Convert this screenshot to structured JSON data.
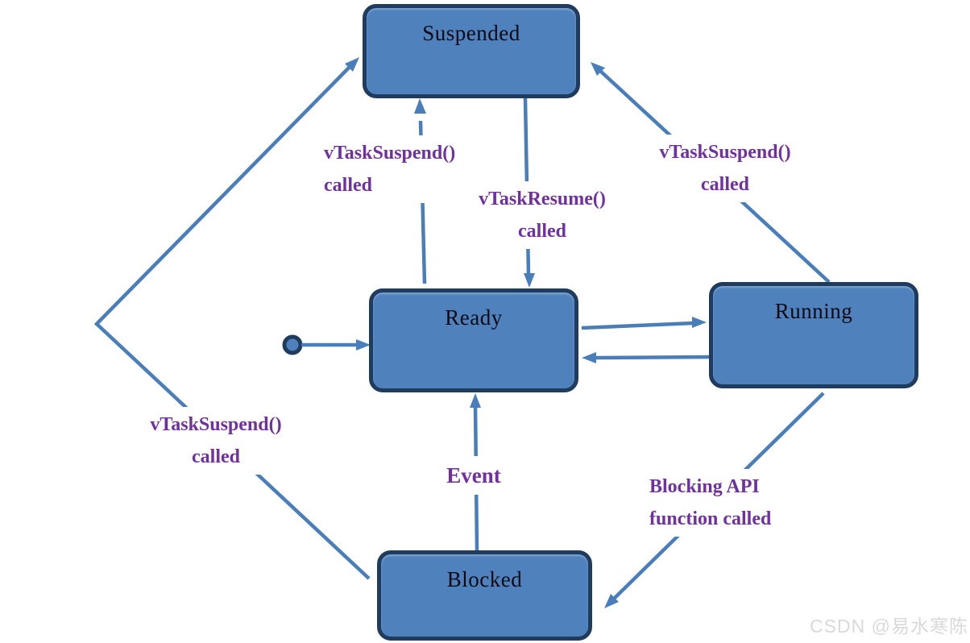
{
  "diagram": {
    "states": [
      {
        "id": "suspended",
        "label": "Suspended"
      },
      {
        "id": "ready",
        "label": "Ready"
      },
      {
        "id": "running",
        "label": "Running"
      },
      {
        "id": "blocked",
        "label": "Blocked"
      }
    ],
    "transition_labels": [
      {
        "id": "suspend-from-ready",
        "line1": "vTaskSuspend()",
        "line2": "called"
      },
      {
        "id": "resume-from-suspended",
        "line1": "vTaskResume()",
        "line2": "called"
      },
      {
        "id": "suspend-from-running",
        "line1": "vTaskSuspend()",
        "line2": "called"
      },
      {
        "id": "suspend-from-blocked",
        "line1": "vTaskSuspend()",
        "line2": "called"
      },
      {
        "id": "event-unblocks",
        "line1": "Event"
      },
      {
        "id": "blocking-api",
        "line1": "Blocking API",
        "line2": "function called"
      }
    ],
    "colors": {
      "state_fill": "#4f81bd",
      "state_border": "#1f3b5e",
      "arrow": "#4a7ebb",
      "label_text": "#7030a0",
      "state_text": "#0a0a14",
      "watermark": "#d9d9d9"
    },
    "watermark": "CSDN @易水寒陈"
  }
}
